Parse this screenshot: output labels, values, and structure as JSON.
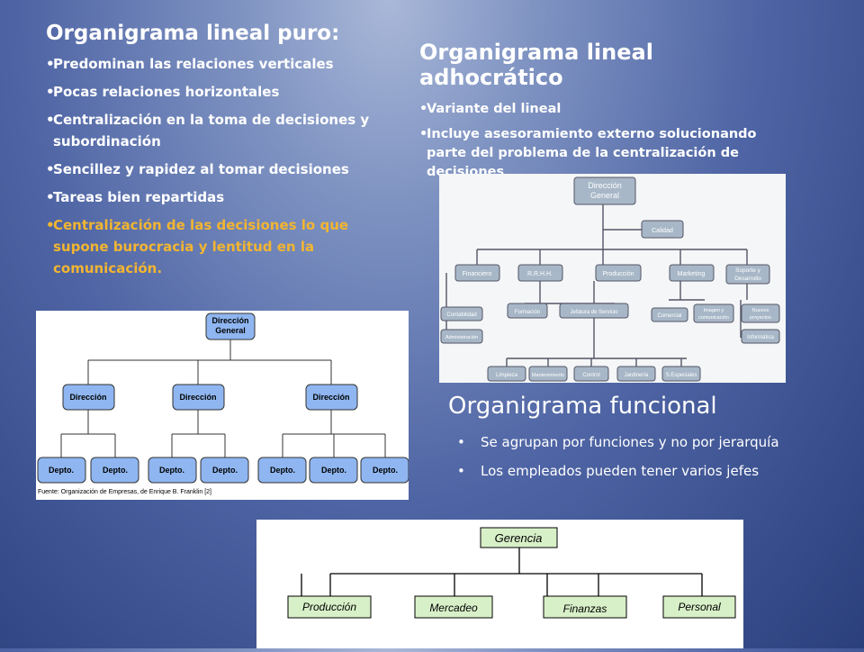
{
  "linear_pure": {
    "title": "Organigrama lineal puro:",
    "bullets": [
      "Predominan las relaciones verticales",
      "Pocas relaciones horizontales",
      "Centralización en la toma de decisiones y subordinación",
      "Sencillez y rapidez al tomar decisiones",
      "Tareas bien repartidas",
      "Centralización de las decisiones lo que supone burocracia y lentitud en la comunicación."
    ]
  },
  "linear_adhoc": {
    "title": "Organigrama lineal adhocrático",
    "bullets": [
      "Variante del lineal",
      "Incluye asesoramiento externo solucionando parte del problema de la centralización de decisiones"
    ]
  },
  "functional": {
    "title": "Organigrama funcional",
    "bullets": [
      "Se agrupan por funciones y no por jerarquía",
      "Los empleados pueden tener varios jefes"
    ]
  },
  "chart1": {
    "top": [
      "Dirección",
      "General"
    ],
    "level2": [
      "Dirección",
      "Dirección",
      "Dirección"
    ],
    "level3": [
      "Depto.",
      "Depto.",
      "Depto.",
      "Depto.",
      "Depto.",
      "Depto.",
      "Depto."
    ],
    "source": "Fuente: Organización de Empresas, de Enrique B. Franklin [2]"
  },
  "chart2": {
    "top": [
      "Dirección",
      "General"
    ],
    "staff": "Calidad",
    "level2": [
      "Financiero",
      "R.R.H.H.",
      "Producción",
      "Marketing",
      "Soporte y",
      "Desarrollo"
    ],
    "level3": [
      "Contabilidad",
      "Administración",
      "Formación",
      "Jefatura de Servicio",
      "Comercial",
      "Imagen y",
      "comunicación",
      "Nuevos",
      "proyectos",
      "Informática"
    ],
    "level4": [
      "Limpieza",
      "Mantenimiento",
      "Control",
      "Jardinería",
      "S.Especiales"
    ]
  },
  "chart3": {
    "top": "Gerencia",
    "level2": [
      "Producción",
      "Mercadeo",
      "Finanzas",
      "Personal"
    ]
  },
  "colors": {
    "warning_text": "#f2b531",
    "box_blue": "#8fb6f0",
    "box_gray": "#a7b7c7",
    "box_green": "#d8f0c8"
  }
}
